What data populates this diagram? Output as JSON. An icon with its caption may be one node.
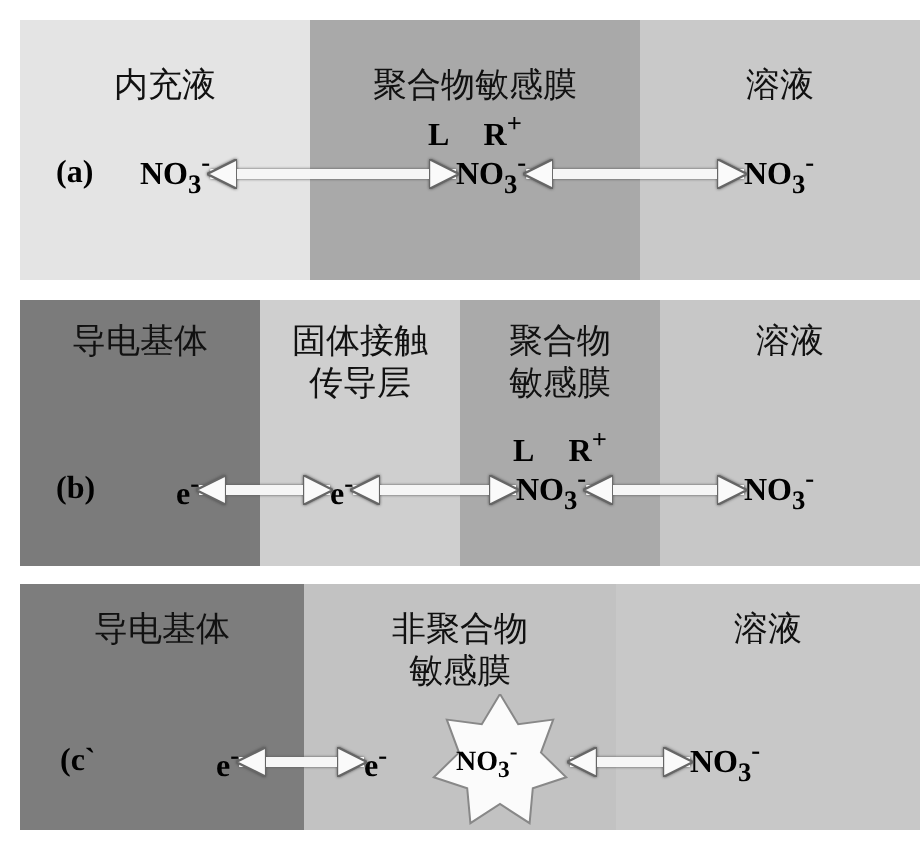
{
  "diagram": {
    "nodes": [
      {
        "text": [
          "内充液"
        ]
      },
      {
        "text": [
          "聚合物敏感膜",
          "L R$^{+}$"
        ]
      },
      {
        "text": [
          "溶液"
        ]
      },
      {
        "text": [
          "NO$_{3}$$^{-}$"
        ],
        "in": 0
      },
      {
        "text": [
          "NO$_{3}$$^{-}$"
        ],
        "in": 1
      },
      {
        "text": [
          "NO$_{3}$$^{-}$"
        ],
        "in": 2
      },
      {
        "text": [
          "导电基体"
        ]
      },
      {
        "text": [
          "固体接触传导层"
        ]
      },
      {
        "text": [
          "聚合物敏感膜",
          "L R$^{+}$"
        ]
      },
      {
        "text": [
          "溶液"
        ]
      },
      {
        "text": [
          "e$^{-}$"
        ],
        "in": 6
      },
      {
        "text": [
          "e$^{-}$"
        ],
        "in": 7
      },
      {
        "text": [
          "NO$_{3}$$^{-}$"
        ],
        "in": 8
      },
      {
        "text": [
          "NO$_{3}$$^{-}$"
        ],
        "in": 9
      },
      {
        "text": [
          "导电基体"
        ]
      },
      {
        "text": [
          "非聚合物敏感膜"
        ]
      },
      {
        "text": [
          "溶液"
        ]
      },
      {
        "text": [
          "e$^{-}$"
        ],
        "in": 14
      },
      {
        "text": [
          "e$^{-}$"
        ],
        "in": 15
      },
      {
        "text": [
          "NO$_{3}$$^{-}$"
        ],
        "in": 15
      },
      {
        "text": [
          "NO$_{3}$$^{-}$"
        ],
        "in": 16
      }
    ],
    "edges": [
      {
        "from": 3,
        "to": 4,
        "arrow": "both"
      },
      {
        "from": 4,
        "to": 5,
        "arrow": "both"
      },
      {
        "from": 10,
        "to": 11,
        "arrow": "both"
      },
      {
        "from": 11,
        "to": 12,
        "arrow": "both"
      },
      {
        "from": 12,
        "to": 13,
        "arrow": "both"
      },
      {
        "from": 17,
        "to": 18,
        "arrow": "both"
      },
      {
        "from": 19,
        "to": 20,
        "arrow": "both"
      }
    ],
    "labels": [
      "(a)",
      "(b)",
      "(c`"
    ]
  }
}
